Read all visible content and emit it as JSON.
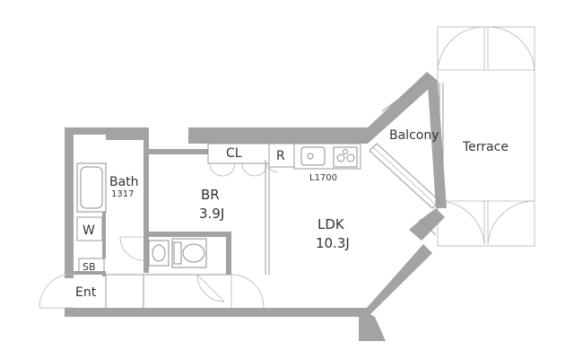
{
  "rooms": {
    "bath": {
      "name": "Bath",
      "size": "1317"
    },
    "washer": {
      "name": "W"
    },
    "shoebox": {
      "name": "SB"
    },
    "entrance": {
      "name": "Ent"
    },
    "closet": {
      "name": "CL"
    },
    "refrigerator": {
      "name": "R"
    },
    "kitchen": {
      "size": "L1700"
    },
    "bedroom": {
      "name": "BR",
      "size": "3.9J"
    },
    "ldk": {
      "name": "LDK",
      "size": "10.3J"
    },
    "balcony": {
      "name": "Balcony"
    },
    "terrace": {
      "name": "Terrace"
    }
  },
  "colors": {
    "wall": "#a3a3a3",
    "line": "#9a9a9a",
    "text": "#333333"
  }
}
